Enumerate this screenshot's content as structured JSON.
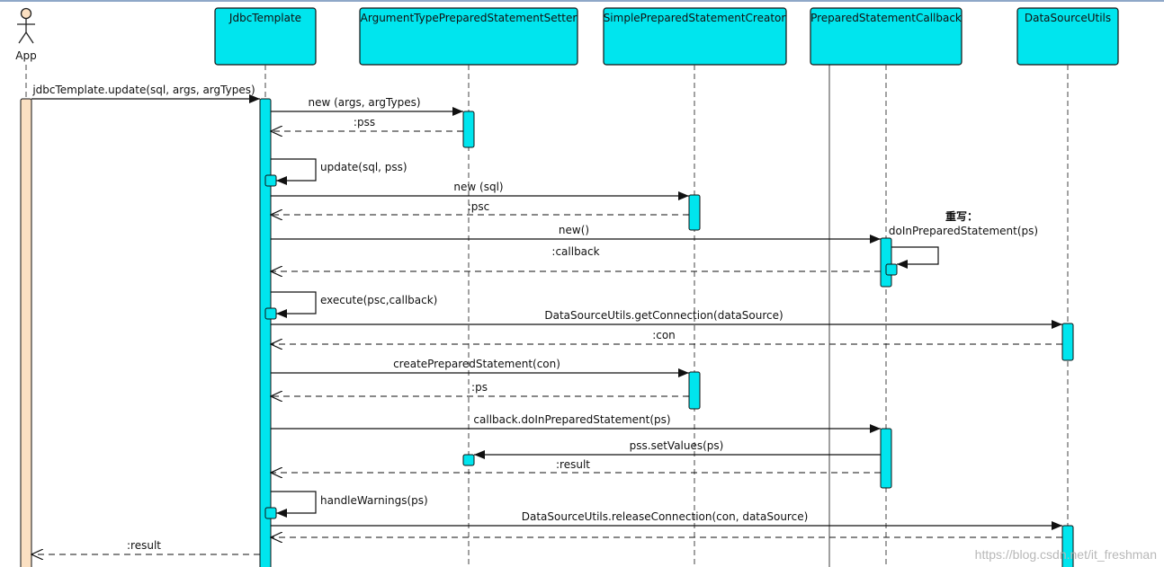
{
  "actor": {
    "label": "App"
  },
  "participants": [
    {
      "id": "jt",
      "label": "JdbcTemplate"
    },
    {
      "id": "atps",
      "label": "ArgumentTypePreparedStatementSetter"
    },
    {
      "id": "spsc",
      "label": "SimplePreparedStatementCreator"
    },
    {
      "id": "psc",
      "label": "PreparedStatementCallback"
    },
    {
      "id": "dsu",
      "label": "DataSourceUtils"
    }
  ],
  "messages": [
    {
      "from": "app",
      "to": "jt",
      "kind": "call",
      "label": "jdbcTemplate.update(sql, args, argTypes)"
    },
    {
      "from": "jt",
      "to": "atps",
      "kind": "call",
      "label": "new (args, argTypes)"
    },
    {
      "from": "atps",
      "to": "jt",
      "kind": "return",
      "label": ":pss"
    },
    {
      "from": "jt",
      "to": "jt",
      "kind": "self",
      "label": "update(sql, pss)"
    },
    {
      "from": "jt",
      "to": "spsc",
      "kind": "call",
      "label": "new (sql)"
    },
    {
      "from": "spsc",
      "to": "jt",
      "kind": "return",
      "label": ":psc"
    },
    {
      "from": "jt",
      "to": "psc",
      "kind": "call",
      "label": "new()"
    },
    {
      "from": "psc",
      "to": "psc",
      "kind": "self",
      "label": "重写：",
      "label2": "doInPreparedStatement(ps)"
    },
    {
      "from": "psc",
      "to": "jt",
      "kind": "return",
      "label": ":callback"
    },
    {
      "from": "jt",
      "to": "jt",
      "kind": "self",
      "label": "execute(psc,callback)"
    },
    {
      "from": "jt",
      "to": "dsu",
      "kind": "call",
      "label": "DataSourceUtils.getConnection(dataSource)"
    },
    {
      "from": "dsu",
      "to": "jt",
      "kind": "return",
      "label": ":con"
    },
    {
      "from": "jt",
      "to": "spsc",
      "kind": "call",
      "label": "createPreparedStatement(con)"
    },
    {
      "from": "spsc",
      "to": "jt",
      "kind": "return",
      "label": ":ps"
    },
    {
      "from": "jt",
      "to": "psc",
      "kind": "call",
      "label": "callback.doInPreparedStatement(ps)"
    },
    {
      "from": "psc",
      "to": "atps",
      "kind": "call",
      "label": "pss.setValues(ps)"
    },
    {
      "from": "psc",
      "to": "jt",
      "kind": "return",
      "label": ":result"
    },
    {
      "from": "jt",
      "to": "jt",
      "kind": "self",
      "label": "handleWarnings(ps)"
    },
    {
      "from": "jt",
      "to": "dsu",
      "kind": "call",
      "label": "DataSourceUtils.releaseConnection(con, dataSource)"
    },
    {
      "from": "dsu",
      "to": "jt",
      "kind": "return",
      "label": ""
    },
    {
      "from": "jt",
      "to": "app",
      "kind": "return",
      "label": ":result"
    }
  ],
  "watermark": "https://blog.csdn.net/it_freshman",
  "colors": {
    "participant_fill": "#00e5ee",
    "activation_fill": "#00e5ee",
    "actor_activation_fill": "#fbe0c2",
    "line": "#111111",
    "lifeline": "#444444",
    "frame_line": "#a0a0a0",
    "top_border": "#8fa8c8"
  }
}
